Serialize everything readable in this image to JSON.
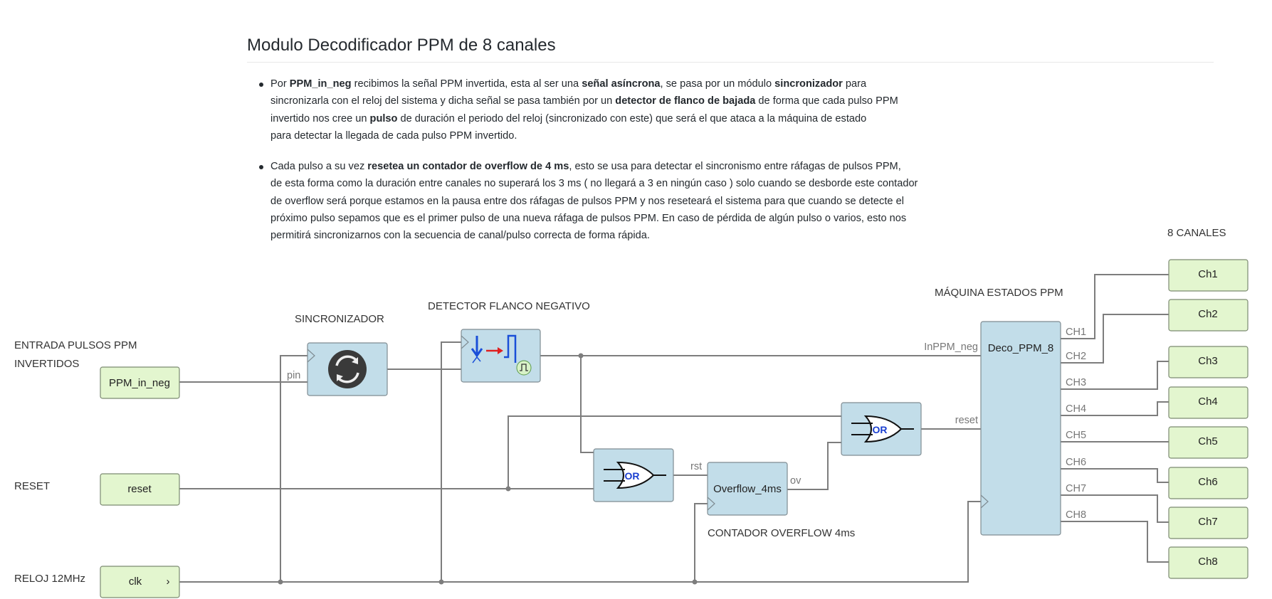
{
  "title": "Modulo Decodificador PPM de 8 canales",
  "bullets": [
    {
      "lines": [
        [
          {
            "t": "Por "
          },
          {
            "t": "PPM_in_neg",
            "b": true
          },
          {
            "t": " recibimos la señal PPM invertida, esta al ser una "
          },
          {
            "t": "señal asíncrona",
            "b": true
          },
          {
            "t": ", se pasa por un módulo "
          },
          {
            "t": "sincronizador",
            "b": true
          },
          {
            "t": " para"
          }
        ],
        [
          {
            "t": "sincronizarla con el reloj del sistema y dicha señal se pasa también por un "
          },
          {
            "t": "detector de flanco de bajada",
            "b": true
          },
          {
            "t": " de forma que cada pulso PPM"
          }
        ],
        [
          {
            "t": "invertido nos cree un "
          },
          {
            "t": "pulso",
            "b": true
          },
          {
            "t": " de duración el periodo del reloj (sincronizado con este) que será el que ataca a la máquina de estado"
          }
        ],
        [
          {
            "t": "para detectar la llegada de cada pulso PPM invertido."
          }
        ]
      ]
    },
    {
      "lines": [
        [
          {
            "t": "Cada pulso a su vez "
          },
          {
            "t": "resetea un contador de overflow de 4 ms",
            "b": true
          },
          {
            "t": ", esto se usa para detectar el sincronismo entre ráfagas de pulsos PPM,"
          }
        ],
        [
          {
            "t": "de esta forma como la duración entre canales no superará los 3 ms ( no llegará a 3 en ningún caso ) solo cuando se desborde este contador"
          }
        ],
        [
          {
            "t": "de overflow será porque estamos en la pausa entre dos ráfagas de pulsos PPM y nos reseteará el sistema para que cuando se detecte el"
          }
        ],
        [
          {
            "t": "próximo pulso sepamos que es el primer pulso de una nueva ráfaga de pulsos PPM. En caso de pérdida de algún pulso o varios, esto nos"
          }
        ],
        [
          {
            "t": "permitirá sincronizarnos con la secuencia de canal/pulso correcta de forma rápida."
          }
        ]
      ]
    }
  ],
  "diagram": {
    "labels": {
      "entrada_line1": "ENTRADA PULSOS PPM",
      "entrada_line2": "INVERTIDOS",
      "reset": "RESET",
      "reloj": "RELOJ 12MHz",
      "sincronizador": "SINCRONIZADOR",
      "detector": "DETECTOR FLANCO NEGATIVO",
      "maquina": "MÁQUINA ESTADOS PPM",
      "contador": "CONTADOR OVERFLOW 4ms",
      "canales": "8 CANALES"
    },
    "inputs": {
      "ppm": "PPM_in_neg",
      "reset": "reset",
      "clk": "clk",
      "clk_marker": "›"
    },
    "pins": {
      "sync_pin": "pin",
      "inppm": "InPPM_neg",
      "deco_reset": "reset",
      "rst": "rst",
      "ov": "ov"
    },
    "blocks": {
      "overflow": "Overflow_4ms",
      "deco": "Deco_PPM_8",
      "or_gate": "OR"
    },
    "deco_outputs": [
      "CH1",
      "CH2",
      "CH3",
      "CH4",
      "CH5",
      "CH6",
      "CH7",
      "CH8"
    ],
    "channels": [
      "Ch1",
      "Ch2",
      "Ch3",
      "Ch4",
      "Ch5",
      "Ch6",
      "Ch7",
      "Ch8"
    ]
  }
}
